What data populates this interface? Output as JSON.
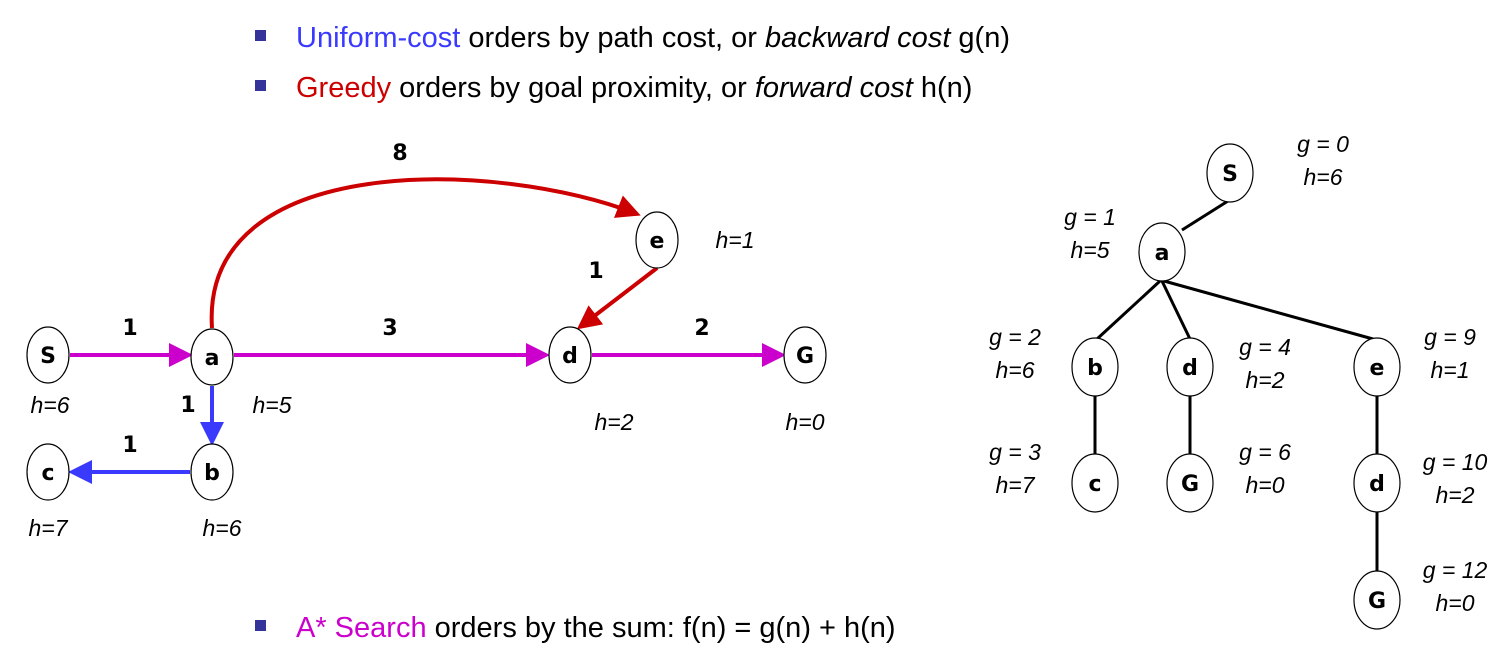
{
  "bullets": [
    {
      "colored": "Uniform-cost",
      "rest": " orders by path cost, or ",
      "italic": "backward cost",
      "tail": "  g(n)"
    },
    {
      "colored": "Greedy",
      "rest": " orders by goal proximity, or ",
      "italic": "forward cost",
      "tail": "  h(n)"
    },
    {
      "colored": "A* Search",
      "rest": " orders by the sum: f(n) = g(n) + h(n)",
      "italic": "",
      "tail": ""
    }
  ],
  "colors": {
    "uniform": "#3a3aff",
    "greedy": "#cc0000",
    "astar": "#cc00cc",
    "bullet": "#333399"
  },
  "graph": {
    "nodes": {
      "S": {
        "label": "S",
        "h": "h=6"
      },
      "a": {
        "label": "a",
        "h": "h=5"
      },
      "b": {
        "label": "b",
        "h": "h=6"
      },
      "c": {
        "label": "c",
        "h": "h=7"
      },
      "d": {
        "label": "d",
        "h": "h=2"
      },
      "e": {
        "label": "e",
        "h": "h=1"
      },
      "G": {
        "label": "G",
        "h": "h=0"
      }
    },
    "edges": [
      {
        "from": "S",
        "to": "a",
        "cost": "1",
        "color": "astar"
      },
      {
        "from": "a",
        "to": "d",
        "cost": "3",
        "color": "astar"
      },
      {
        "from": "d",
        "to": "G",
        "cost": "2",
        "color": "astar"
      },
      {
        "from": "a",
        "to": "b",
        "cost": "1",
        "color": "uniform"
      },
      {
        "from": "b",
        "to": "c",
        "cost": "1",
        "color": "uniform"
      },
      {
        "from": "a",
        "to": "e",
        "cost": "8",
        "color": "greedy"
      },
      {
        "from": "e",
        "to": "d",
        "cost": "1",
        "color": "greedy"
      }
    ]
  },
  "tree": {
    "nodes": [
      {
        "id": "t0",
        "label": "S",
        "g": "g = 0",
        "h": "h=6"
      },
      {
        "id": "t1",
        "label": "a",
        "g": "g = 1",
        "h": "h=5"
      },
      {
        "id": "t2",
        "label": "b",
        "g": "g = 2",
        "h": "h=6"
      },
      {
        "id": "t3",
        "label": "d",
        "g": "g = 4",
        "h": "h=2"
      },
      {
        "id": "t4",
        "label": "e",
        "g": "g = 9",
        "h": "h=1"
      },
      {
        "id": "t5",
        "label": "c",
        "g": "g = 3",
        "h": "h=7"
      },
      {
        "id": "t6",
        "label": "G",
        "g": "g = 6",
        "h": "h=0"
      },
      {
        "id": "t7",
        "label": "d",
        "g": "g = 10",
        "h": "h=2"
      },
      {
        "id": "t8",
        "label": "G",
        "g": "g = 12",
        "h": "h=0"
      }
    ]
  }
}
